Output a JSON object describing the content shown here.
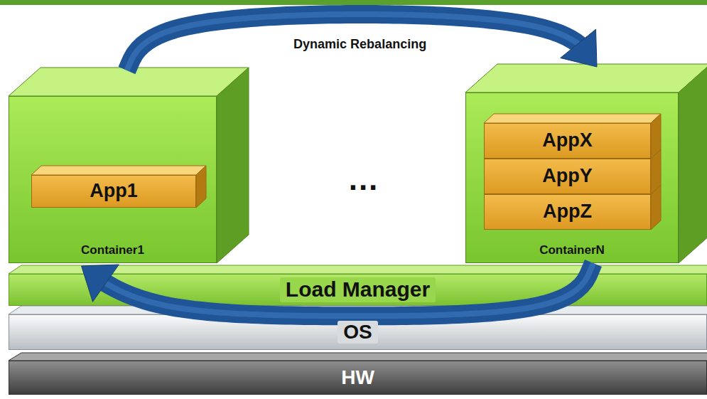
{
  "diagram": {
    "nodes": [
      {
        "text": [
          "Container1"
        ]
      },
      {
        "text": [
          "App1"
        ],
        "in": 0
      },
      {
        "text": [
          "ContainerN"
        ]
      },
      {
        "text": [
          "AppX"
        ],
        "in": 2
      },
      {
        "text": [
          "AppY"
        ],
        "in": 2
      },
      {
        "text": [
          "AppZ"
        ],
        "in": 2
      },
      {
        "text": [
          "Load Manager"
        ]
      },
      {
        "text": [
          "OS"
        ]
      },
      {
        "text": [
          "HW"
        ]
      }
    ],
    "edges": [
      {
        "from": 0,
        "to": 2,
        "arrow": "to",
        "label": "Dynamic Rebalancing"
      },
      {
        "from": 2,
        "to": 0,
        "arrow": "to"
      }
    ],
    "labels": [
      "..."
    ]
  }
}
